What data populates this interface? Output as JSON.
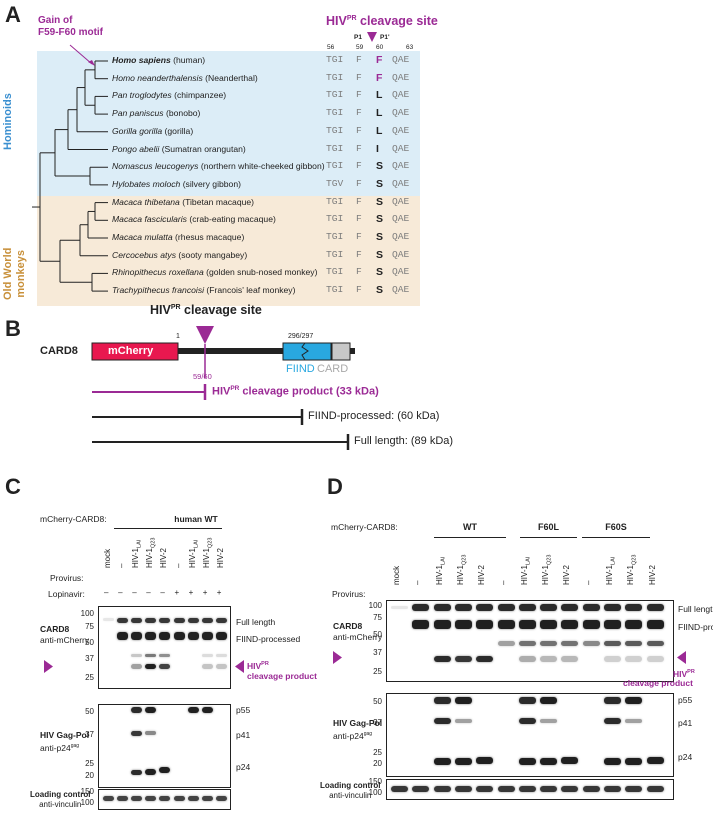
{
  "panelA": {
    "letter": "A",
    "gain_label_line1": "Gain of",
    "gain_label_line2": "F59-F60 motif",
    "cleavage_title": "HIV",
    "cleavage_sup": "PR",
    "cleavage_title_rest": " cleavage site",
    "p1": "P1",
    "p1prime": "P1'",
    "positions": [
      "56",
      "59",
      "60",
      "63"
    ],
    "group_hominoids": "Hominoids",
    "group_monkeys_line1": "Old World",
    "group_monkeys_line2": "monkeys",
    "species": [
      {
        "name": "Homo sapiens",
        "common": " (human)",
        "bold": true,
        "seq1": "TGI",
        "seq2": "F",
        "res": "F",
        "seq3": "QAE",
        "res_color": "#9b2a95"
      },
      {
        "name": "Homo neanderthalensis",
        "common": " (Neanderthal)",
        "bold": false,
        "seq1": "TGI",
        "seq2": "F",
        "res": "F",
        "seq3": "QAE",
        "res_color": "#9b2a95"
      },
      {
        "name": "Pan troglodytes",
        "common": " (chimpanzee)",
        "bold": false,
        "seq1": "TGI",
        "seq2": "F",
        "res": "L",
        "seq3": "QAE",
        "res_color": "#222222"
      },
      {
        "name": "Pan paniscus",
        "common": " (bonobo)",
        "bold": false,
        "seq1": "TGI",
        "seq2": "F",
        "res": "L",
        "seq3": "QAE",
        "res_color": "#222222"
      },
      {
        "name": "Gorilla gorilla",
        "common": " (gorilla)",
        "bold": false,
        "seq1": "TGI",
        "seq2": "F",
        "res": "L",
        "seq3": "QAE",
        "res_color": "#222222"
      },
      {
        "name": "Pongo abelii",
        "common": " (Sumatran orangutan)",
        "bold": false,
        "seq1": "TGI",
        "seq2": "F",
        "res": "I",
        "seq3": "QAE",
        "res_color": "#222222"
      },
      {
        "name": "Nomascus leucogenys",
        "common": " (northern white-cheeked gibbon)",
        "bold": false,
        "seq1": "TGI",
        "seq2": "F",
        "res": "S",
        "seq3": "QAE",
        "res_color": "#222222"
      },
      {
        "name": "Hylobates moloch",
        "common": " (silvery gibbon)",
        "bold": false,
        "seq1": "TGV",
        "seq2": "F",
        "res": "S",
        "seq3": "QAE",
        "res_color": "#222222"
      },
      {
        "name": "Macaca thibetana",
        "common": " (Tibetan macaque)",
        "bold": false,
        "seq1": "TGI",
        "seq2": "F",
        "res": "S",
        "seq3": "QAE",
        "res_color": "#222222"
      },
      {
        "name": "Macaca fascicularis",
        "common": " (crab-eating macaque)",
        "bold": false,
        "seq1": "TGI",
        "seq2": "F",
        "res": "S",
        "seq3": "QAE",
        "res_color": "#222222"
      },
      {
        "name": "Macaca mulatta",
        "common": " (rhesus macaque)",
        "bold": false,
        "seq1": "TGI",
        "seq2": "F",
        "res": "S",
        "seq3": "QAE",
        "res_color": "#222222"
      },
      {
        "name": "Cercocebus atys",
        "common": " (sooty mangabey)",
        "bold": false,
        "seq1": "TGI",
        "seq2": "F",
        "res": "S",
        "seq3": "QAE",
        "res_color": "#222222"
      },
      {
        "name": "Rhinopithecus roxellana",
        "common": " (golden snub-nosed monkey)",
        "bold": false,
        "seq1": "TGI",
        "seq2": "F",
        "res": "S",
        "seq3": "QAE",
        "res_color": "#222222"
      },
      {
        "name": "Trachypithecus francoisi",
        "common": " (Francois' leaf monkey)",
        "bold": false,
        "seq1": "TGI",
        "seq2": "F",
        "res": "S",
        "seq3": "QAE",
        "res_color": "#222222"
      }
    ]
  },
  "panelB": {
    "letter": "B",
    "cleavage_title": "HIV",
    "cleavage_sup": "PR",
    "cleavage_title_rest": " cleavage site",
    "protein": "CARD8",
    "mcherry": "mCherry",
    "pos1": "1",
    "pos_cleave": "59/60",
    "pos_fiind": "296/297",
    "fiind": "FIIND",
    "card": "CARD",
    "product_label": "HIV",
    "product_sup": "PR",
    "product_rest": " cleavage product (33 kDa)",
    "fiind_processed": "FIIND-processed: (60 kDa)",
    "full_length": "Full length: (89 kDa)"
  },
  "panelC": {
    "letter": "C",
    "construct_label": "mCherry-CARD8:",
    "group_label": "human WT",
    "provirus_label": "Provirus:",
    "lopinavir_label": "Lopinavir:",
    "lanes": [
      {
        "main": "mock",
        "sub": ""
      },
      {
        "main": "–",
        "sub": ""
      },
      {
        "main": "HIV-1",
        "sub": "LAI"
      },
      {
        "main": "HIV-1",
        "sub": "Q23"
      },
      {
        "main": "HIV-2",
        "sub": ""
      },
      {
        "main": "–",
        "sub": ""
      },
      {
        "main": "HIV-1",
        "sub": "LAI"
      },
      {
        "main": "HIV-1",
        "sub": "Q23"
      },
      {
        "main": "HIV-2",
        "sub": ""
      }
    ],
    "lopinavir": [
      "–",
      "–",
      "–",
      "–",
      "–",
      "+",
      "+",
      "+",
      "+"
    ],
    "blot1_title": "CARD8",
    "blot1_sub": "anti-mCherry",
    "blot1_mw": [
      "100",
      "75",
      "50",
      "37",
      "25"
    ],
    "blot1_right": [
      "Full length",
      "FIIND-processed"
    ],
    "product_label_line1": "HIV",
    "product_sup": "PR",
    "product_label_line2": "cleavage product",
    "blot2_title": "HIV Gag-Pol",
    "blot2_sub": "anti-p24",
    "blot2_sub_sup": "gag",
    "blot2_mw": [
      "50",
      "37",
      "25",
      "20"
    ],
    "blot2_right": [
      "p55",
      "p41",
      "p24"
    ],
    "blot3_title": "Loading control",
    "blot3_sub": "anti-vinculin",
    "blot3_mw": [
      "150",
      "100"
    ]
  },
  "panelD": {
    "letter": "D",
    "construct_label": "mCherry-CARD8:",
    "groups": [
      "WT",
      "F60L",
      "F60S"
    ],
    "provirus_label": "Provirus:",
    "lanes": [
      {
        "main": "mock",
        "sub": ""
      },
      {
        "main": "–",
        "sub": ""
      },
      {
        "main": "HIV-1",
        "sub": "LAI"
      },
      {
        "main": "HIV-1",
        "sub": "Q23"
      },
      {
        "main": "HIV-2",
        "sub": ""
      },
      {
        "main": "–",
        "sub": ""
      },
      {
        "main": "HIV-1",
        "sub": "LAI"
      },
      {
        "main": "HIV-1",
        "sub": "Q23"
      },
      {
        "main": "HIV-2",
        "sub": ""
      },
      {
        "main": "–",
        "sub": ""
      },
      {
        "main": "HIV-1",
        "sub": "LAI"
      },
      {
        "main": "HIV-1",
        "sub": "Q23"
      },
      {
        "main": "HIV-2",
        "sub": ""
      }
    ],
    "blot1_title": "CARD8",
    "blot1_sub": "anti-mCherry",
    "blot1_mw": [
      "100",
      "75",
      "50",
      "37",
      "25"
    ],
    "blot1_right": [
      "Full length",
      "FIIND-processed"
    ],
    "product_label_line1": "HIV",
    "product_sup": "PR",
    "product_label_line2": "cleavage product",
    "blot2_title": "HIV Gag-Pol",
    "blot2_sub": "anti-p24",
    "blot2_sub_sup": "gag",
    "blot2_mw": [
      "50",
      "37",
      "25",
      "20"
    ],
    "blot2_right": [
      "p55",
      "p41",
      "p24"
    ],
    "blot3_title": "Loading control",
    "blot3_sub": "anti-vinculin",
    "blot3_mw": [
      "150",
      "100"
    ]
  },
  "colors": {
    "purple": "#9b2a95",
    "mcherry_red": "#e8184f",
    "fiind_blue": "#29a8e0",
    "card_gray": "#c8c8c8",
    "hominoid_bg": "#dcedf7",
    "monkey_bg": "#f7ead8",
    "hominoid_text": "#3a8fd0",
    "monkey_text": "#c8903a"
  }
}
